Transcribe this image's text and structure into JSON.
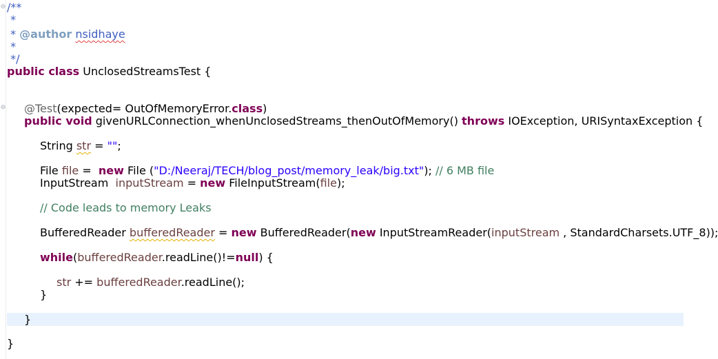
{
  "editor": {
    "highlighted_line": 22,
    "colors": {
      "keyword": "#7f0055",
      "comment": "#3f7f5f",
      "javadoc": "#3f5fbf",
      "string": "#2a00ff",
      "annotation": "#646464",
      "local_variable": "#6a3e3e",
      "current_line_bg": "#e8f2fe"
    },
    "lines": {
      "l1": "/**",
      "l2": " *",
      "l3_star": " * ",
      "l3_tag": "@author",
      "l3_sp": " ",
      "l3_name": "nsidhaye",
      "l4": " *",
      "l5": " */",
      "l6_kw": "public class",
      "l6_rest": " UnclosedStreamsTest {",
      "l9_ann": "@Test",
      "l9_rest": "(expected= OutOfMemoryError.",
      "l9_kw": "class",
      "l9_end": ")",
      "l10_kw": "public void",
      "l10_name": " givenURLConnection_whenUnclosedStreams_thenOutOfMemory() ",
      "l10_throws": "throws",
      "l10_rest": " IOException, URISyntaxException {",
      "l12_type": "String ",
      "l12_var": "str",
      "l12_eq": " = ",
      "l12_str": "\"\"",
      "l12_end": ";",
      "l14_a": "File ",
      "l14_var": "file",
      "l14_b": " =  ",
      "l14_kw": "new",
      "l14_c": " File (",
      "l14_str": "\"D:/Neeraj/TECH/blog_post/memory_leak/big.txt\"",
      "l14_d": "); ",
      "l14_cm": "// 6 MB file",
      "l15_a": "InputStream  ",
      "l15_var": "inputStream",
      "l15_b": " = ",
      "l15_kw": "new",
      "l15_c": " FileInputStream(",
      "l15_arg": "file",
      "l15_d": ");",
      "l17_cm": "// Code leads to memory Leaks",
      "l19_a": "BufferedReader ",
      "l19_var": "bufferedReader",
      "l19_b": " = ",
      "l19_kw1": "new",
      "l19_c": " BufferedReader(",
      "l19_kw2": "new",
      "l19_d": " InputStreamReader(",
      "l19_arg": "inputStream",
      "l19_e": " , StandardCharsets.UTF_8));",
      "l21_kw": "while",
      "l21_a": "(",
      "l21_var": "bufferedReader",
      "l21_b": ".readLine()!=",
      "l21_null": "null",
      "l21_c": ") {",
      "l23_var": "str",
      "l23_a": " += ",
      "l23_var2": "bufferedReader",
      "l23_b": ".readLine();",
      "l24": "}",
      "l26": "}",
      "l28": "}"
    }
  }
}
